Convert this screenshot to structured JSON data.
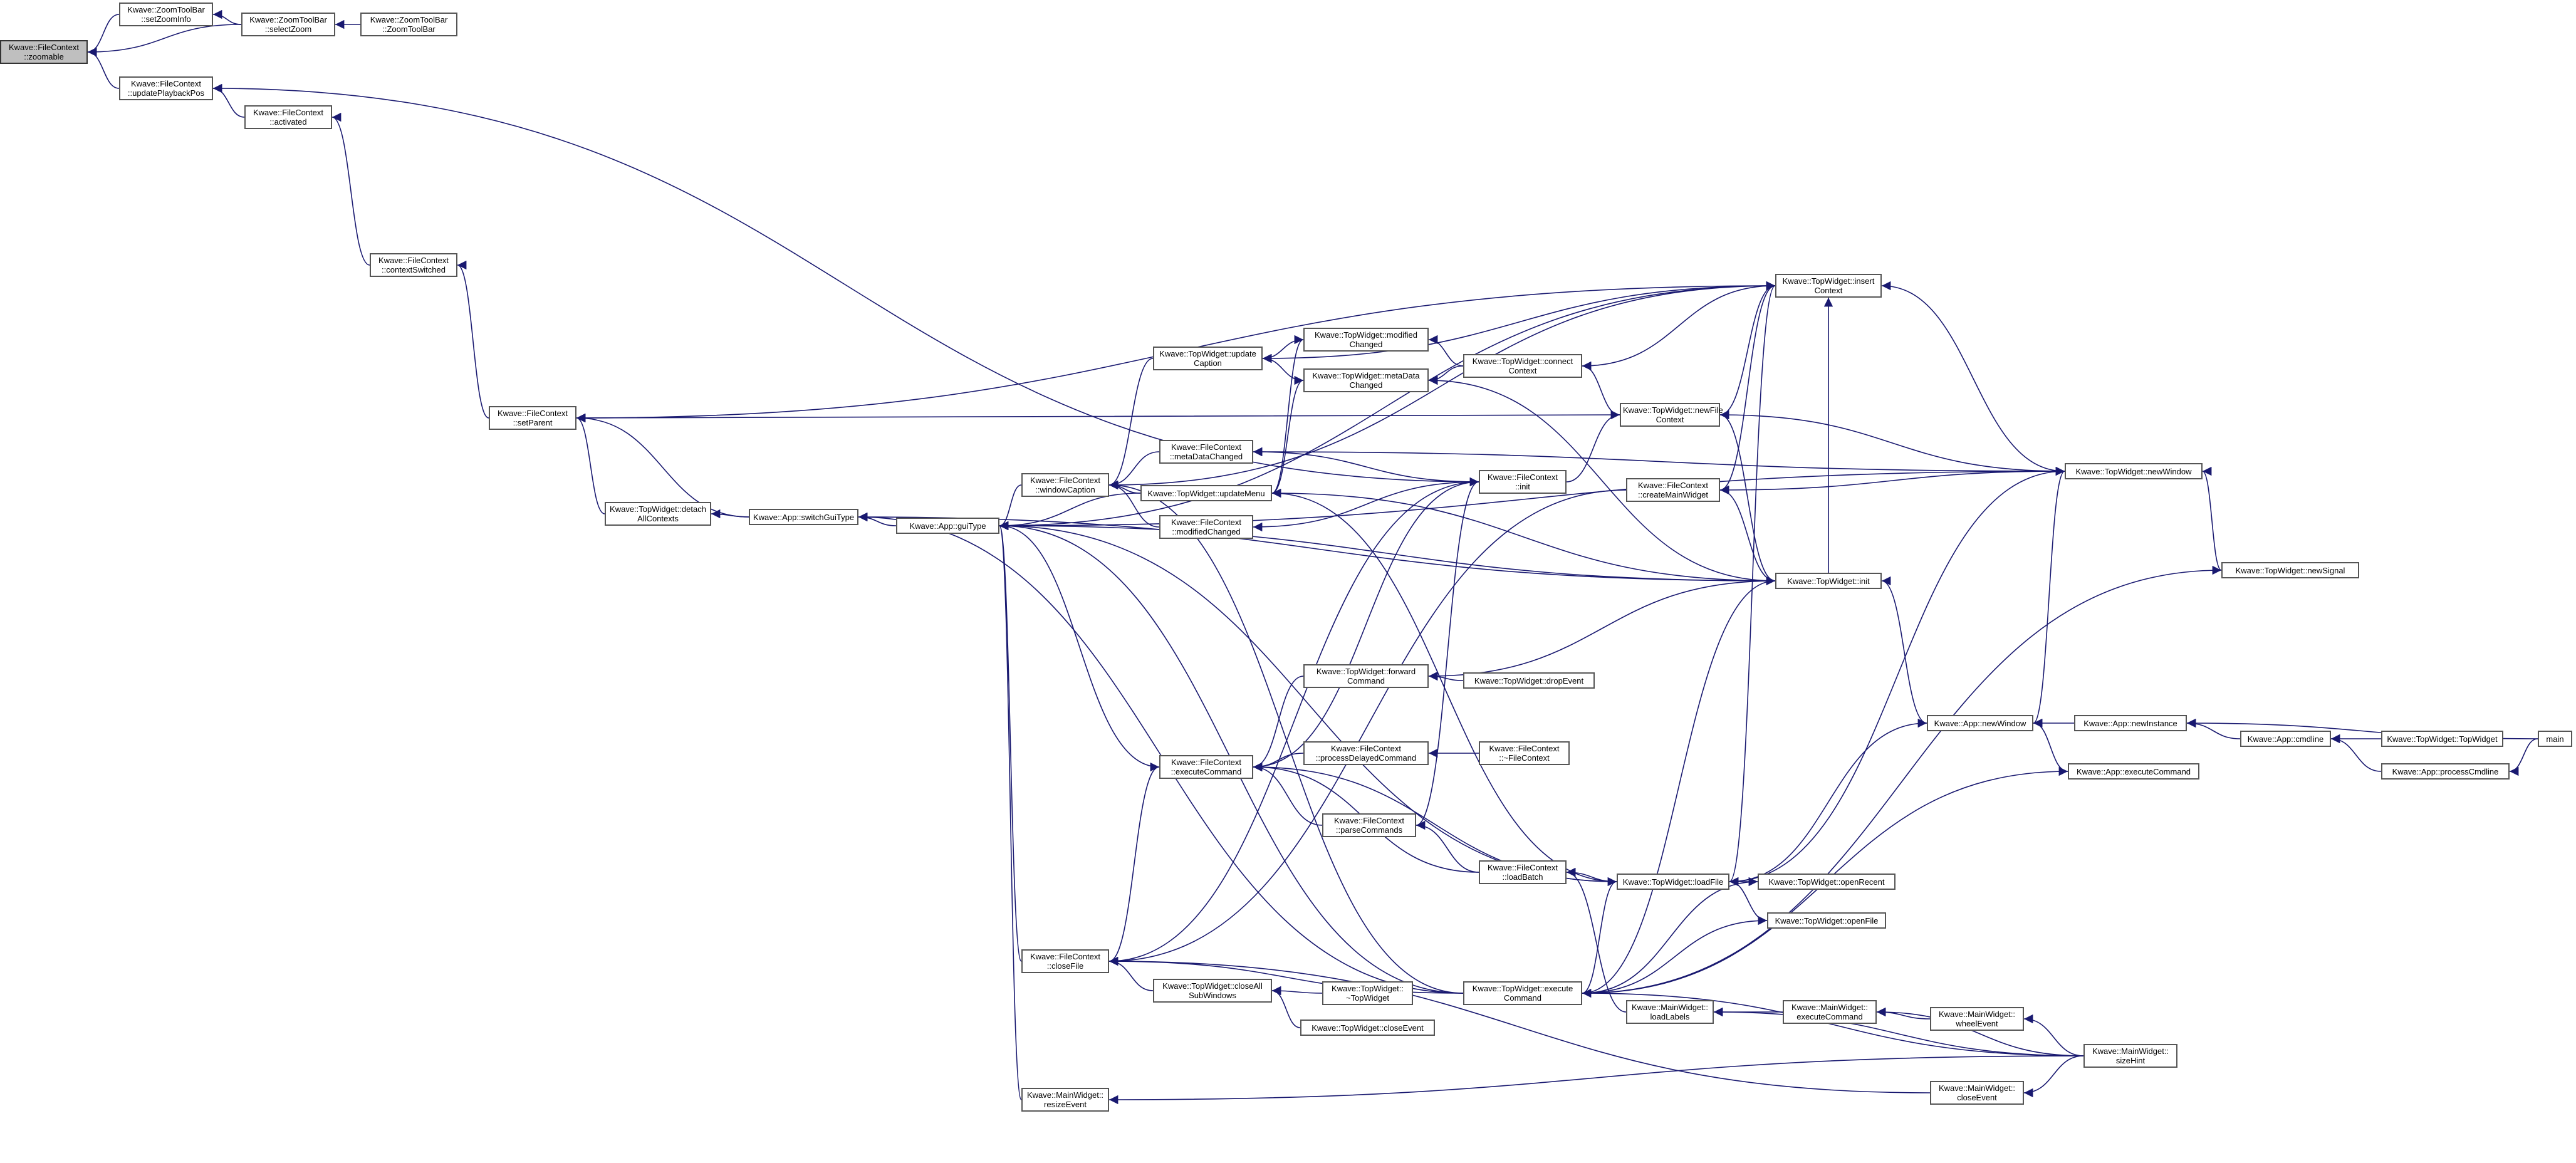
{
  "graph": {
    "edge_color": "#191970",
    "focus_fill": "#bfbfbf",
    "nodes": [
      {
        "id": "zoomable",
        "lines": [
          "Kwave::FileContext",
          "::zoomable"
        ],
        "focus": true
      },
      {
        "id": "setZoomInfo",
        "lines": [
          "Kwave::ZoomToolBar",
          "::setZoomInfo"
        ]
      },
      {
        "id": "selectZoom",
        "lines": [
          "Kwave::ZoomToolBar",
          "::selectZoom"
        ]
      },
      {
        "id": "ZoomToolBarCtor",
        "lines": [
          "Kwave::ZoomToolBar",
          "::ZoomToolBar"
        ]
      },
      {
        "id": "updatePlaybackPos",
        "lines": [
          "Kwave::FileContext",
          "::updatePlaybackPos"
        ]
      },
      {
        "id": "activated",
        "lines": [
          "Kwave::FileContext",
          "::activated"
        ]
      },
      {
        "id": "contextSwitched",
        "lines": [
          "Kwave::FileContext",
          "::contextSwitched"
        ]
      },
      {
        "id": "setParent",
        "lines": [
          "Kwave::FileContext",
          "::setParent"
        ]
      },
      {
        "id": "detachAllContexts",
        "lines": [
          "Kwave::TopWidget::detach",
          "AllContexts"
        ]
      },
      {
        "id": "switchGuiType",
        "lines": [
          "Kwave::App::switchGuiType"
        ]
      },
      {
        "id": "guiType",
        "lines": [
          "Kwave::App::guiType"
        ]
      },
      {
        "id": "windowCaption",
        "lines": [
          "Kwave::FileContext",
          "::windowCaption"
        ]
      },
      {
        "id": "updateCaption",
        "lines": [
          "Kwave::TopWidget::update",
          "Caption"
        ]
      },
      {
        "id": "twModifiedChanged",
        "lines": [
          "Kwave::TopWidget::modified",
          "Changed"
        ]
      },
      {
        "id": "twMetaDataChanged",
        "lines": [
          "Kwave::TopWidget::metaData",
          "Changed"
        ]
      },
      {
        "id": "fcMetaDataChanged",
        "lines": [
          "Kwave::FileContext",
          "::metaDataChanged"
        ]
      },
      {
        "id": "updateMenu",
        "lines": [
          "Kwave::TopWidget::updateMenu"
        ]
      },
      {
        "id": "fcModifiedChanged",
        "lines": [
          "Kwave::FileContext",
          "::modifiedChanged"
        ]
      },
      {
        "id": "connectContext",
        "lines": [
          "Kwave::TopWidget::connect",
          "Context"
        ]
      },
      {
        "id": "insertContext",
        "lines": [
          "Kwave::TopWidget::insert",
          "Context"
        ]
      },
      {
        "id": "newFileContext",
        "lines": [
          "Kwave::TopWidget::newFile",
          "Context"
        ]
      },
      {
        "id": "fcInit",
        "lines": [
          "Kwave::FileContext",
          "::init"
        ]
      },
      {
        "id": "createMainWidget",
        "lines": [
          "Kwave::FileContext",
          "::createMainWidget"
        ]
      },
      {
        "id": "newWindowTW",
        "lines": [
          "Kwave::TopWidget::newWindow"
        ]
      },
      {
        "id": "twInit",
        "lines": [
          "Kwave::TopWidget::init"
        ]
      },
      {
        "id": "newSignal",
        "lines": [
          "Kwave::TopWidget::newSignal"
        ]
      },
      {
        "id": "forwardCommand",
        "lines": [
          "Kwave::TopWidget::forward",
          "Command"
        ]
      },
      {
        "id": "dropEvent",
        "lines": [
          "Kwave::TopWidget::dropEvent"
        ]
      },
      {
        "id": "fcExecuteCommand",
        "lines": [
          "Kwave::FileContext",
          "::executeCommand"
        ]
      },
      {
        "id": "processDelayedCommand",
        "lines": [
          "Kwave::FileContext",
          "::processDelayedCommand"
        ]
      },
      {
        "id": "fcDtor",
        "lines": [
          "Kwave::FileContext",
          "::~FileContext"
        ]
      },
      {
        "id": "parseCommands",
        "lines": [
          "Kwave::FileContext",
          "::parseCommands"
        ]
      },
      {
        "id": "loadBatch",
        "lines": [
          "Kwave::FileContext",
          "::loadBatch"
        ]
      },
      {
        "id": "loadFile",
        "lines": [
          "Kwave::TopWidget::loadFile"
        ]
      },
      {
        "id": "openRecent",
        "lines": [
          "Kwave::TopWidget::openRecent"
        ]
      },
      {
        "id": "openFile",
        "lines": [
          "Kwave::TopWidget::openFile"
        ]
      },
      {
        "id": "appNewWindow",
        "lines": [
          "Kwave::App::newWindow"
        ]
      },
      {
        "id": "newInstance",
        "lines": [
          "Kwave::App::newInstance"
        ]
      },
      {
        "id": "cmdline",
        "lines": [
          "Kwave::App::cmdline"
        ]
      },
      {
        "id": "twCtor",
        "lines": [
          "Kwave::TopWidget::TopWidget"
        ]
      },
      {
        "id": "processCmdline",
        "lines": [
          "Kwave::App::processCmdline"
        ]
      },
      {
        "id": "main",
        "lines": [
          "main"
        ]
      },
      {
        "id": "appExecuteCommand",
        "lines": [
          "Kwave::App::executeCommand"
        ]
      },
      {
        "id": "closeFile",
        "lines": [
          "Kwave::FileContext",
          "::closeFile"
        ]
      },
      {
        "id": "closeAllSubWindows",
        "lines": [
          "Kwave::TopWidget::closeAll",
          "SubWindows"
        ]
      },
      {
        "id": "twDtor",
        "lines": [
          "Kwave::TopWidget::",
          "~TopWidget"
        ]
      },
      {
        "id": "twCloseEvent",
        "lines": [
          "Kwave::TopWidget::closeEvent"
        ]
      },
      {
        "id": "twExecuteCommand",
        "lines": [
          "Kwave::TopWidget::execute",
          "Command"
        ]
      },
      {
        "id": "loadLabels",
        "lines": [
          "Kwave::MainWidget::",
          "loadLabels"
        ]
      },
      {
        "id": "mwExecuteCommand",
        "lines": [
          "Kwave::MainWidget::",
          "executeCommand"
        ]
      },
      {
        "id": "wheelEvent",
        "lines": [
          "Kwave::MainWidget::",
          "wheelEvent"
        ]
      },
      {
        "id": "sizeHint",
        "lines": [
          "Kwave::MainWidget::",
          "sizeHint"
        ]
      },
      {
        "id": "mwCloseEvent",
        "lines": [
          "Kwave::MainWidget::",
          "closeEvent"
        ]
      },
      {
        "id": "resizeEvent",
        "lines": [
          "Kwave::MainWidget::",
          "resizeEvent"
        ]
      }
    ],
    "edges": [
      [
        "setZoomInfo",
        "zoomable"
      ],
      [
        "selectZoom",
        "zoomable"
      ],
      [
        "selectZoom",
        "setZoomInfo"
      ],
      [
        "ZoomToolBarCtor",
        "selectZoom"
      ],
      [
        "updatePlaybackPos",
        "zoomable"
      ],
      [
        "activated",
        "updatePlaybackPos"
      ],
      [
        "contextSwitched",
        "activated"
      ],
      [
        "setParent",
        "contextSwitched"
      ],
      [
        "detachAllContexts",
        "setParent"
      ],
      [
        "switchGuiType",
        "setParent"
      ],
      [
        "switchGuiType",
        "detachAllContexts"
      ],
      [
        "guiType",
        "switchGuiType"
      ],
      [
        "windowCaption",
        "guiType"
      ],
      [
        "updateCaption",
        "windowCaption"
      ],
      [
        "twModifiedChanged",
        "updateCaption"
      ],
      [
        "twMetaDataChanged",
        "updateCaption"
      ],
      [
        "fcMetaDataChanged",
        "windowCaption"
      ],
      [
        "updateMenu",
        "windowCaption"
      ],
      [
        "fcModifiedChanged",
        "windowCaption"
      ],
      [
        "updateMenu",
        "guiType"
      ],
      [
        "updateMenu",
        "twModifiedChanged"
      ],
      [
        "updateMenu",
        "twMetaDataChanged"
      ],
      [
        "connectContext",
        "twModifiedChanged"
      ],
      [
        "connectContext",
        "twMetaDataChanged"
      ],
      [
        "insertContext",
        "connectContext"
      ],
      [
        "insertContext",
        "setParent"
      ],
      [
        "insertContext",
        "guiType"
      ],
      [
        "insertContext",
        "updateCaption"
      ],
      [
        "insertContext",
        "windowCaption"
      ],
      [
        "newFileContext",
        "connectContext"
      ],
      [
        "newFileContext",
        "insertContext"
      ],
      [
        "newFileContext",
        "setParent"
      ],
      [
        "newWindowTW",
        "insertContext"
      ],
      [
        "newWindowTW",
        "newFileContext"
      ],
      [
        "newWindowTW",
        "guiType"
      ],
      [
        "newWindowTW",
        "createMainWidget"
      ],
      [
        "newWindowTW",
        "fcMetaDataChanged"
      ],
      [
        "createMainWidget",
        "insertContext"
      ],
      [
        "createMainWidget",
        "closeFile"
      ],
      [
        "fcInit",
        "updatePlaybackPos"
      ],
      [
        "fcInit",
        "fcMetaDataChanged"
      ],
      [
        "fcInit",
        "fcModifiedChanged"
      ],
      [
        "fcInit",
        "newFileContext"
      ],
      [
        "fcInit",
        "fcExecuteCommand"
      ],
      [
        "twInit",
        "guiType"
      ],
      [
        "twInit",
        "createMainWidget"
      ],
      [
        "twInit",
        "newFileContext"
      ],
      [
        "twInit",
        "insertContext"
      ],
      [
        "twInit",
        "updateMenu"
      ],
      [
        "twInit",
        "forwardCommand"
      ],
      [
        "twInit",
        "switchGuiType"
      ],
      [
        "twInit",
        "twMetaDataChanged"
      ],
      [
        "appNewWindow",
        "twInit"
      ],
      [
        "appNewWindow",
        "newWindowTW"
      ],
      [
        "newInstance",
        "appNewWindow"
      ],
      [
        "cmdline",
        "newInstance"
      ],
      [
        "twCtor",
        "cmdline"
      ],
      [
        "processCmdline",
        "cmdline"
      ],
      [
        "main",
        "newInstance"
      ],
      [
        "main",
        "processCmdline"
      ],
      [
        "appExecuteCommand",
        "appNewWindow"
      ],
      [
        "newSignal",
        "newWindowTW"
      ],
      [
        "forwardCommand",
        "fcExecuteCommand"
      ],
      [
        "dropEvent",
        "forwardCommand"
      ],
      [
        "processDelayedCommand",
        "fcExecuteCommand"
      ],
      [
        "fcDtor",
        "processDelayedCommand"
      ],
      [
        "parseCommands",
        "fcExecuteCommand"
      ],
      [
        "parseCommands",
        "fcInit"
      ],
      [
        "loadBatch",
        "parseCommands"
      ],
      [
        "loadBatch",
        "fcExecuteCommand"
      ],
      [
        "loadFile",
        "loadBatch"
      ],
      [
        "loadFile",
        "fcExecuteCommand"
      ],
      [
        "loadFile",
        "guiType"
      ],
      [
        "loadFile",
        "newWindowTW"
      ],
      [
        "loadFile",
        "appNewWindow"
      ],
      [
        "loadFile",
        "insertContext"
      ],
      [
        "loadFile",
        "updateMenu"
      ],
      [
        "openRecent",
        "loadFile"
      ],
      [
        "openFile",
        "loadFile"
      ],
      [
        "fcExecuteCommand",
        "guiType"
      ],
      [
        "closeFile",
        "guiType"
      ],
      [
        "closeFile",
        "fcExecuteCommand"
      ],
      [
        "closeFile",
        "fcInit"
      ],
      [
        "closeAllSubWindows",
        "closeFile"
      ],
      [
        "twDtor",
        "closeAllSubWindows"
      ],
      [
        "twCloseEvent",
        "closeAllSubWindows"
      ],
      [
        "twExecuteCommand",
        "loadFile"
      ],
      [
        "twExecuteCommand",
        "closeFile"
      ],
      [
        "twExecuteCommand",
        "windowCaption"
      ],
      [
        "twExecuteCommand",
        "openRecent"
      ],
      [
        "twExecuteCommand",
        "openFile"
      ],
      [
        "twExecuteCommand",
        "appExecuteCommand"
      ],
      [
        "twExecuteCommand",
        "twInit"
      ],
      [
        "twExecuteCommand",
        "guiType"
      ],
      [
        "twExecuteCommand",
        "switchGuiType"
      ],
      [
        "twExecuteCommand",
        "newSignal"
      ],
      [
        "loadLabels",
        "loadBatch"
      ],
      [
        "mwExecuteCommand",
        "loadLabels"
      ],
      [
        "wheelEvent",
        "mwExecuteCommand"
      ],
      [
        "sizeHint",
        "wheelEvent"
      ],
      [
        "sizeHint",
        "mwExecuteCommand"
      ],
      [
        "sizeHint",
        "loadLabels"
      ],
      [
        "sizeHint",
        "mwCloseEvent"
      ],
      [
        "sizeHint",
        "twExecuteCommand"
      ],
      [
        "sizeHint",
        "resizeEvent"
      ],
      [
        "mwCloseEvent",
        "closeFile"
      ],
      [
        "resizeEvent",
        "guiType"
      ]
    ]
  }
}
